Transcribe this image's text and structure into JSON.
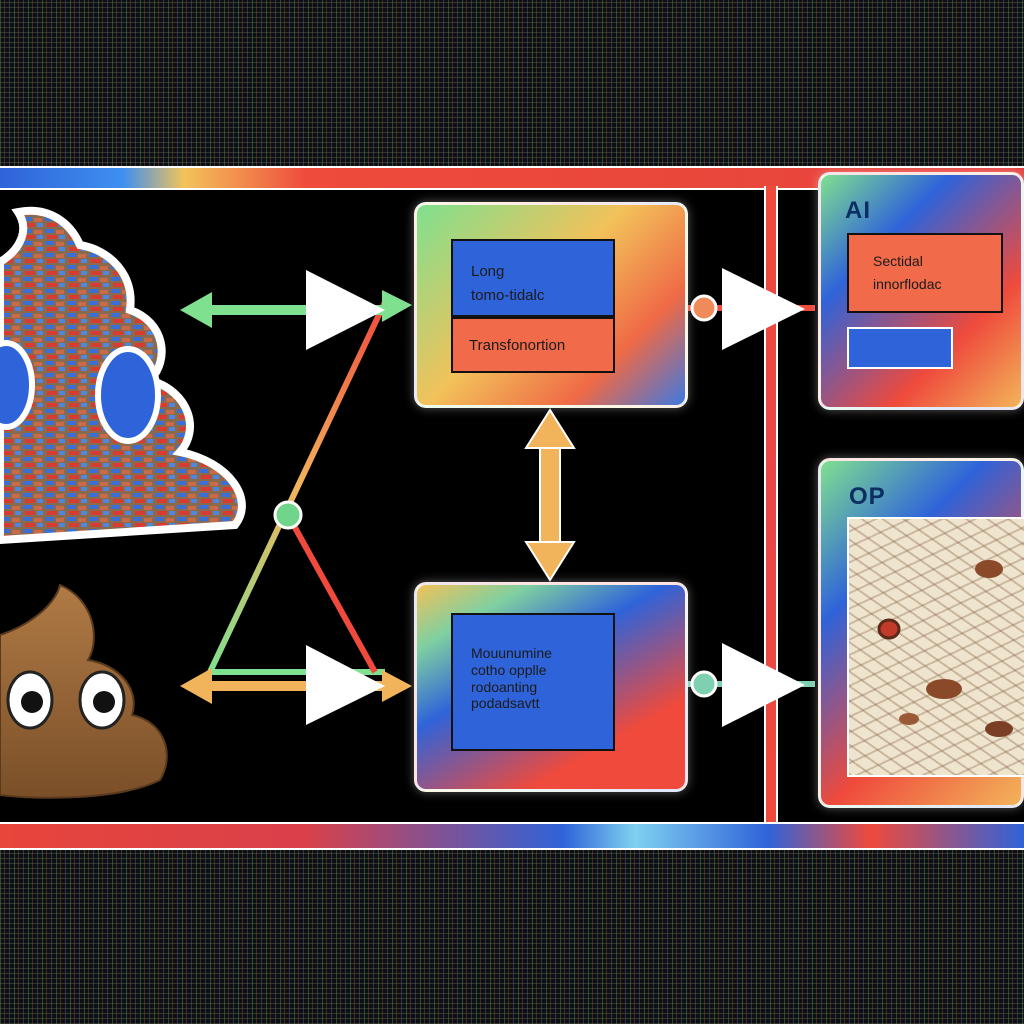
{
  "top_box": {
    "line1": "Long",
    "line2": "tomo-tidalc",
    "lower": "Transfonortion"
  },
  "bottom_box": {
    "lines": [
      "Mouunumine",
      "cotho opplle",
      "rodoanting",
      "podadsavtt"
    ]
  },
  "ai_panel": {
    "heading": "AI",
    "label_line1": "Sectidal",
    "label_line2": "innorflodac"
  },
  "op_panel": {
    "heading": "OP"
  },
  "colors": {
    "blue": "#2f63d9",
    "red": "#ef4a3c",
    "green": "#7fe08f",
    "orange": "#f2b45a"
  }
}
